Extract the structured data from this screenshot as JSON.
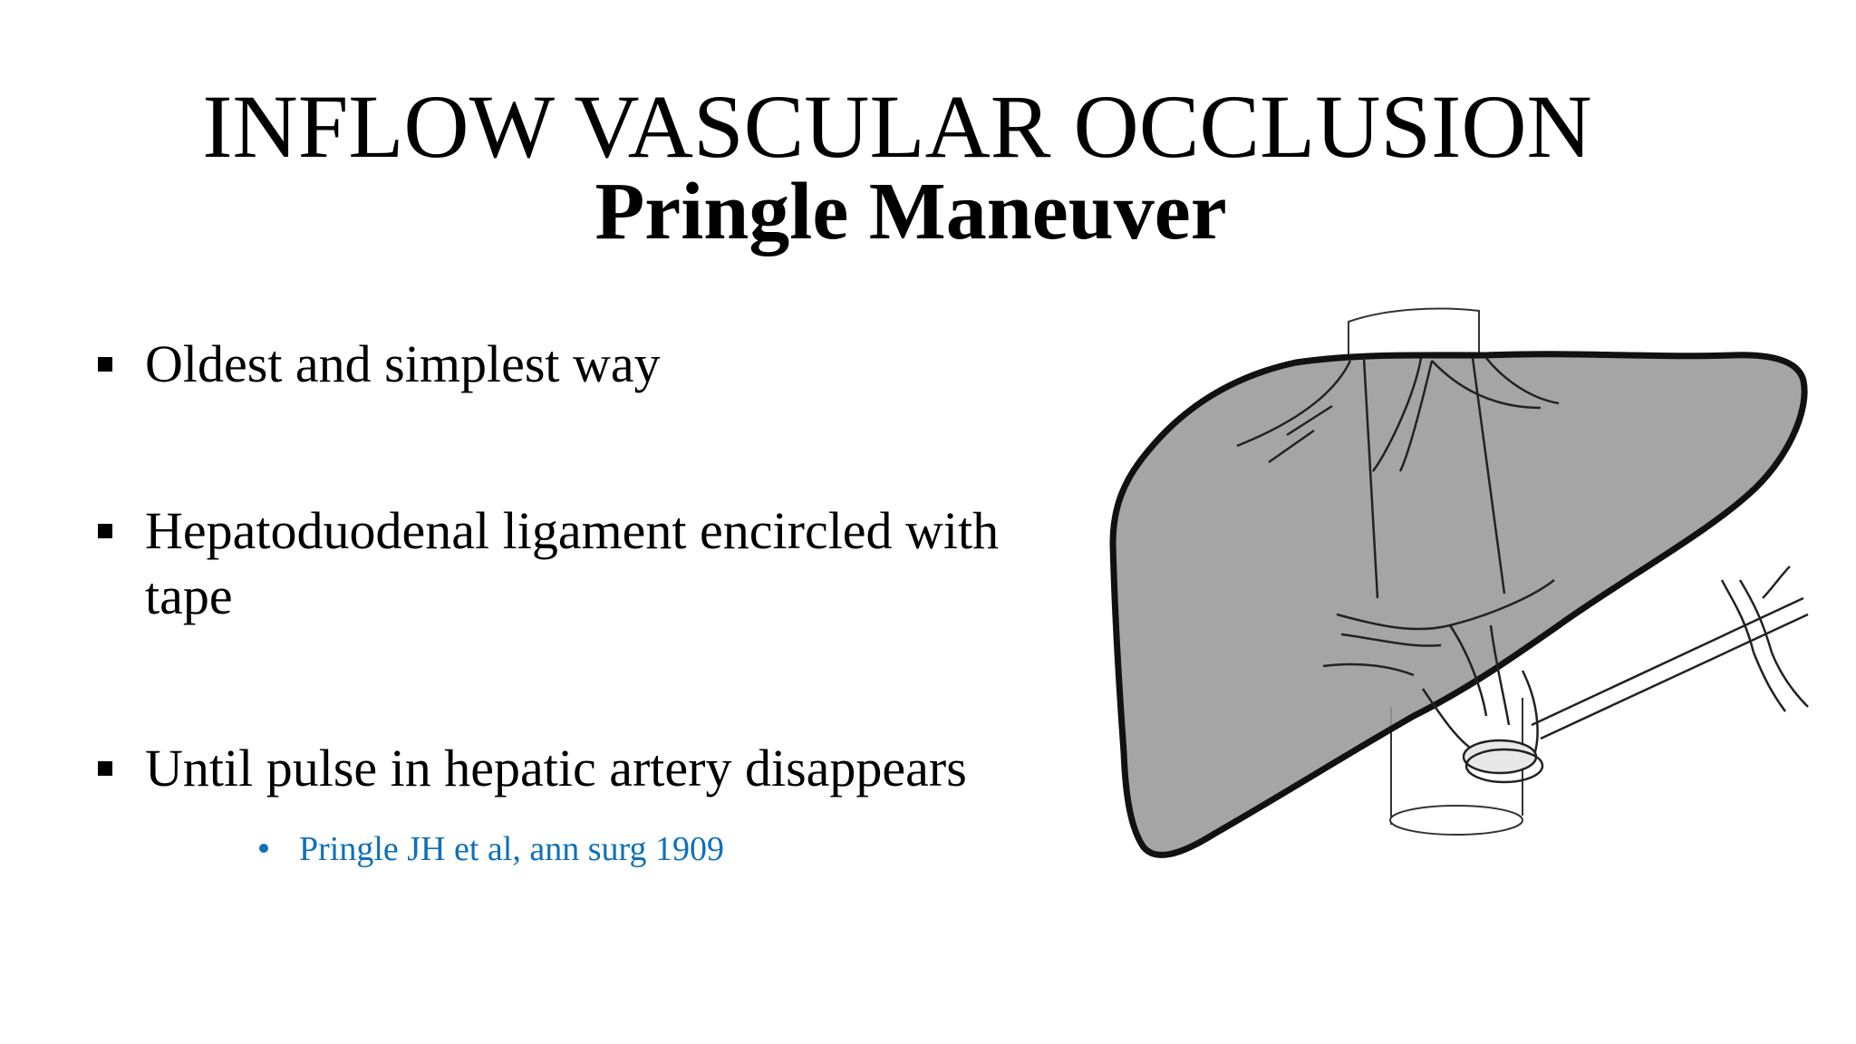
{
  "slide": {
    "title": "INFLOW VASCULAR OCCLUSION",
    "subtitle": "Pringle Maneuver",
    "bullets": [
      {
        "text": "Oldest and simplest way"
      },
      {
        "text": "Hepatoduodenal ligament encircled with tape"
      },
      {
        "text": "Until pulse in hepatic artery disappears"
      }
    ],
    "reference": "Pringle JH et al, ann surg 1909",
    "colors": {
      "reference": "#1070b8",
      "liver_fill": "#999999",
      "outline": "#111111"
    }
  }
}
